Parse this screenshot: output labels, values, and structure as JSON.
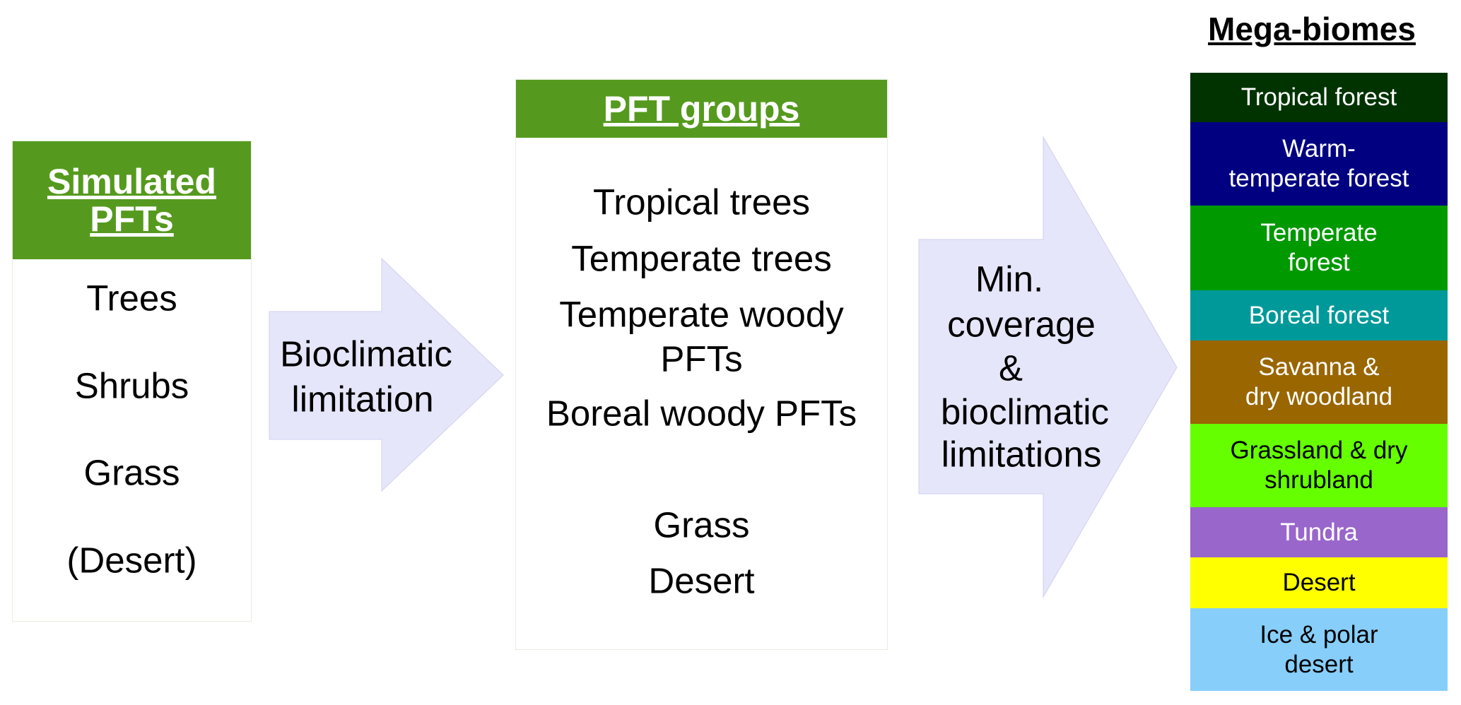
{
  "simulated_pfts": {
    "header": [
      "Simulated",
      "PFTs"
    ],
    "items": [
      "Trees",
      "Shrubs",
      "Grass",
      "(Desert)"
    ]
  },
  "arrow1": {
    "label": [
      "Bioclimatic",
      "limitation"
    ]
  },
  "pft_groups": {
    "header": "PFT groups",
    "items": [
      "Tropical trees",
      "Temperate trees",
      "Temperate woody",
      "PFTs",
      "Boreal woody PFTs",
      "Grass",
      "Desert"
    ]
  },
  "arrow2": {
    "label": [
      "Min.",
      "coverage",
      "&",
      "bioclimatic",
      "limitations"
    ]
  },
  "mega_biomes": {
    "title": "Mega-biomes",
    "items": [
      {
        "lines": [
          "Tropical forest"
        ],
        "color": "#003300",
        "text_color": "#ffffff"
      },
      {
        "lines": [
          "Warm-",
          "temperate forest"
        ],
        "color": "#000080",
        "text_color": "#ffffff"
      },
      {
        "lines": [
          "Temperate",
          "forest"
        ],
        "color": "#009900",
        "text_color": "#ffffff"
      },
      {
        "lines": [
          "Boreal forest"
        ],
        "color": "#009999",
        "text_color": "#ffffff"
      },
      {
        "lines": [
          "Savanna &",
          "dry woodland"
        ],
        "color": "#996600",
        "text_color": "#ffffff"
      },
      {
        "lines": [
          "Grassland & dry",
          "shrubland"
        ],
        "color": "#66ff00",
        "text_color": "#000000"
      },
      {
        "lines": [
          "Tundra"
        ],
        "color": "#9966cc",
        "text_color": "#ffffff"
      },
      {
        "lines": [
          "Desert"
        ],
        "color": "#ffff00",
        "text_color": "#000000"
      },
      {
        "lines": [
          "Ice & polar",
          "desert"
        ],
        "color": "#87cefa",
        "text_color": "#000000"
      }
    ]
  },
  "colors": {
    "header_green": "#559a1e",
    "arrow_fill": "#e6e6fa"
  }
}
